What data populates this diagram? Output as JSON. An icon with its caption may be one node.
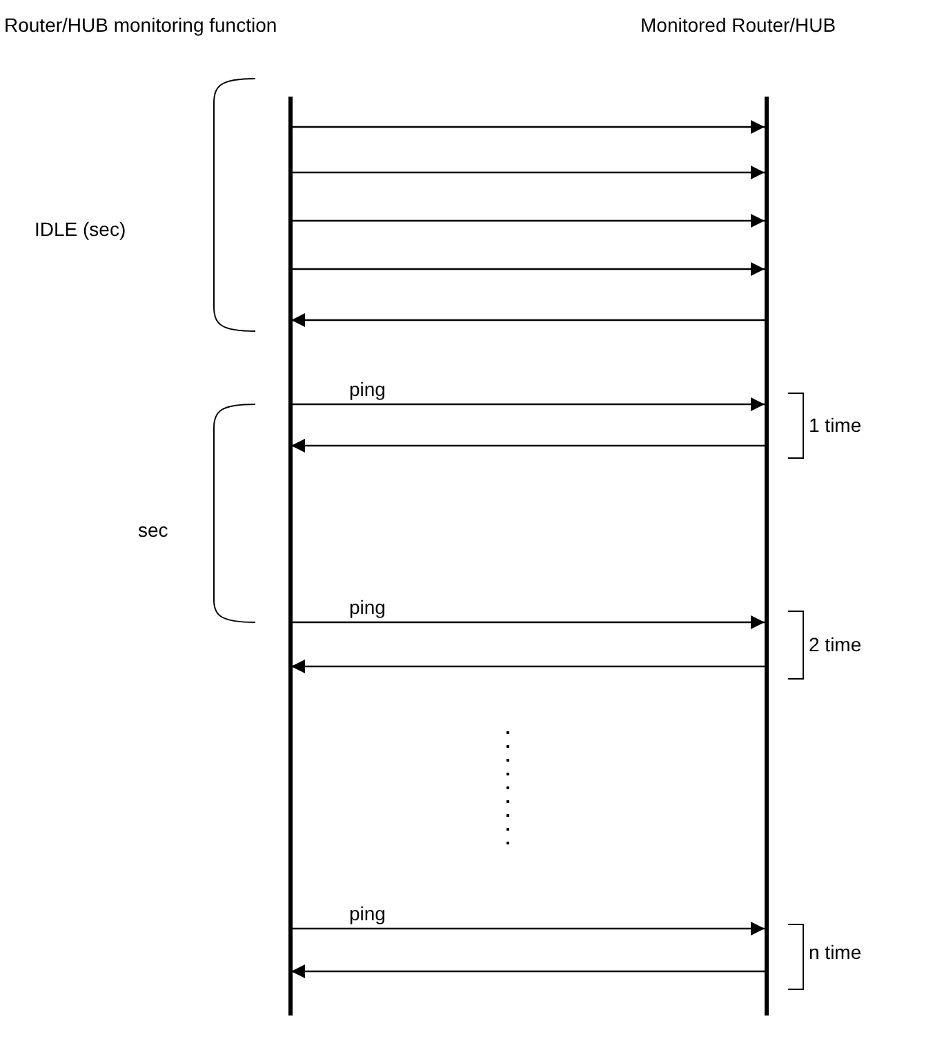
{
  "diagram": {
    "nodes": [
      {
        "text": [
          "Router/HUB monitoring function"
        ]
      },
      {
        "text": [
          "Monitored Router/HUB"
        ]
      }
    ],
    "edges": [
      {
        "from": 0,
        "to": 1,
        "arrow": "to"
      },
      {
        "from": 0,
        "to": 1,
        "arrow": "to"
      },
      {
        "from": 0,
        "to": 1,
        "arrow": "to"
      },
      {
        "from": 0,
        "to": 1,
        "arrow": "to"
      },
      {
        "from": 1,
        "to": 0,
        "arrow": "to"
      },
      {
        "from": 0,
        "to": 1,
        "arrow": "to",
        "label": "ping"
      },
      {
        "from": 1,
        "to": 0,
        "arrow": "to"
      },
      {
        "from": 0,
        "to": 1,
        "arrow": "to",
        "label": "ping"
      },
      {
        "from": 1,
        "to": 0,
        "arrow": "to"
      },
      {
        "from": 0,
        "to": 1,
        "arrow": "to",
        "label": "ping"
      },
      {
        "from": 1,
        "to": 0,
        "arrow": "to"
      }
    ],
    "labels": [
      "IDLE (sec)",
      "1 time",
      "sec",
      "2 time",
      "n time"
    ]
  }
}
